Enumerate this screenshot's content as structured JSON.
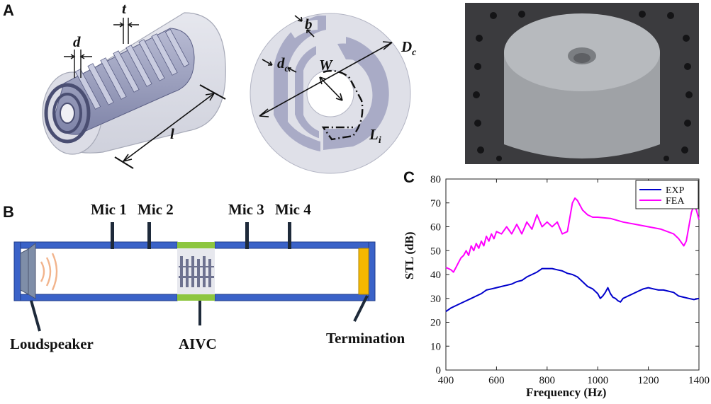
{
  "panels": {
    "a": {
      "letter": "A"
    },
    "b": {
      "letter": "B"
    },
    "c": {
      "letter": "C"
    }
  },
  "panel_a": {
    "labels": {
      "d": "d",
      "t": "t",
      "l": "l",
      "b": "b",
      "dc_main": "d",
      "dc_sub": "c",
      "W": "W",
      "Dc_main": "D",
      "Dc_sub": "c",
      "Li_main": "L",
      "Li_sub": "i"
    }
  },
  "panel_b": {
    "mics": [
      "Mic 1",
      "Mic 2",
      "Mic 3",
      "Mic 4"
    ],
    "loudspeaker": "Loudspeaker",
    "sample": "AIVC",
    "termination": "Termination",
    "colors": {
      "tube": "#3a62c8",
      "sample_frame": "#8dc63f",
      "termination": "#f5b800",
      "speaker": "#7f8ea8",
      "waves": "#f2b48c"
    }
  },
  "chart_data": {
    "type": "line",
    "xlabel": "Frequency (Hz)",
    "ylabel": "STL (dB)",
    "xlim": [
      400,
      1400
    ],
    "ylim": [
      0,
      80
    ],
    "xticks": [
      400,
      600,
      800,
      1000,
      1200,
      1400
    ],
    "yticks": [
      0,
      10,
      20,
      30,
      40,
      50,
      60,
      70,
      80
    ],
    "legend_position": "top-right",
    "grid": false,
    "series": [
      {
        "name": "EXP",
        "color": "#0000cc",
        "x": [
          400,
          420,
          440,
          460,
          480,
          500,
          520,
          540,
          560,
          580,
          600,
          620,
          640,
          660,
          680,
          700,
          720,
          740,
          760,
          780,
          800,
          820,
          840,
          860,
          880,
          900,
          920,
          940,
          960,
          980,
          1000,
          1010,
          1020,
          1030,
          1040,
          1050,
          1060,
          1070,
          1080,
          1090,
          1100,
          1120,
          1140,
          1160,
          1180,
          1200,
          1220,
          1240,
          1260,
          1280,
          1300,
          1320,
          1340,
          1360,
          1380,
          1400
        ],
        "y": [
          24.5,
          26,
          27,
          28,
          29,
          30,
          31,
          32,
          33.5,
          34,
          34.5,
          35,
          35.5,
          36,
          37,
          37.5,
          39,
          40,
          41,
          42.5,
          42.5,
          42.5,
          42,
          41.5,
          40.5,
          40,
          39,
          37,
          35,
          34,
          32,
          30,
          31,
          32.5,
          34.5,
          32,
          30.5,
          30,
          29,
          28.5,
          30,
          31,
          32,
          33,
          34,
          34.5,
          34,
          33.5,
          33.5,
          33,
          32.5,
          31,
          30.5,
          30,
          29.5,
          30
        ]
      },
      {
        "name": "FEA",
        "color": "#ff00ff",
        "x": [
          400,
          420,
          430,
          440,
          450,
          460,
          470,
          480,
          490,
          500,
          510,
          520,
          530,
          540,
          550,
          560,
          570,
          580,
          590,
          600,
          620,
          640,
          660,
          680,
          700,
          720,
          740,
          760,
          780,
          800,
          820,
          840,
          860,
          880,
          900,
          910,
          920,
          930,
          940,
          960,
          980,
          1000,
          1050,
          1100,
          1150,
          1200,
          1250,
          1300,
          1320,
          1340,
          1350,
          1360,
          1370,
          1380,
          1390,
          1400
        ],
        "y": [
          43,
          42,
          41,
          43,
          45,
          47,
          48,
          50,
          48,
          52,
          50,
          53,
          51,
          54,
          52,
          56,
          54,
          57,
          55,
          58,
          57,
          60,
          57,
          61,
          57,
          62,
          59,
          65,
          60,
          62,
          60,
          62,
          57,
          58,
          70,
          72,
          71,
          69,
          67,
          65,
          64,
          64,
          63.5,
          62,
          61,
          60,
          59,
          57,
          55,
          52,
          54,
          60,
          66,
          69,
          67,
          63
        ]
      }
    ]
  }
}
